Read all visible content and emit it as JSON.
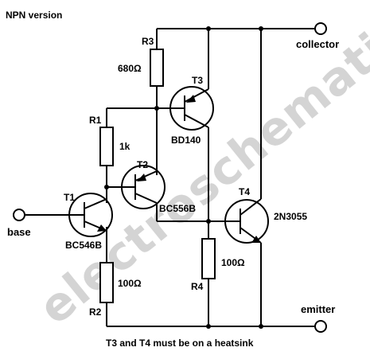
{
  "title": "NPN version",
  "watermark": "electroschematics.com",
  "note": "T3 and T4 must be on a heatsink",
  "terminals": {
    "collector": "collector",
    "emitter": "emitter",
    "base": "base"
  },
  "components": {
    "R1": {
      "ref": "R1",
      "value": "1k"
    },
    "R2": {
      "ref": "R2",
      "value": "100Ω"
    },
    "R3": {
      "ref": "R3",
      "value": "680Ω"
    },
    "R4": {
      "ref": "R4",
      "value": "100Ω"
    },
    "T1": {
      "ref": "T1",
      "part": "BC546B"
    },
    "T2": {
      "ref": "T2",
      "part": "BC556B"
    },
    "T3": {
      "ref": "T3",
      "part": "BD140"
    },
    "T4": {
      "ref": "T4",
      "part": "2N3055"
    }
  }
}
